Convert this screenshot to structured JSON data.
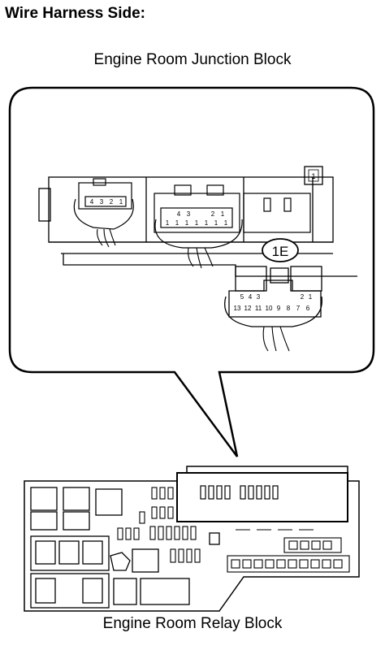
{
  "header": {
    "title": "Wire Harness Side:"
  },
  "junction_block": {
    "label": "Engine Room Junction Block",
    "connector_id": "1E",
    "small_marker": "1",
    "left_connector_pins": [
      "4",
      "3",
      "2",
      "1"
    ],
    "center_connector_pins_top": [
      "4",
      "3",
      "2",
      "1"
    ],
    "center_connector_pins_bottom": [
      "1",
      "1",
      "1",
      "1",
      "1",
      "1",
      "1"
    ],
    "callout_pins_top_left": [
      "5",
      "4",
      "3"
    ],
    "callout_pins_top_right": [
      "2",
      "1"
    ],
    "callout_pins_bottom": [
      "13",
      "12",
      "11",
      "10",
      "9",
      "8",
      "7",
      "6"
    ]
  },
  "relay_block": {
    "label": "Engine Room Relay Block"
  }
}
